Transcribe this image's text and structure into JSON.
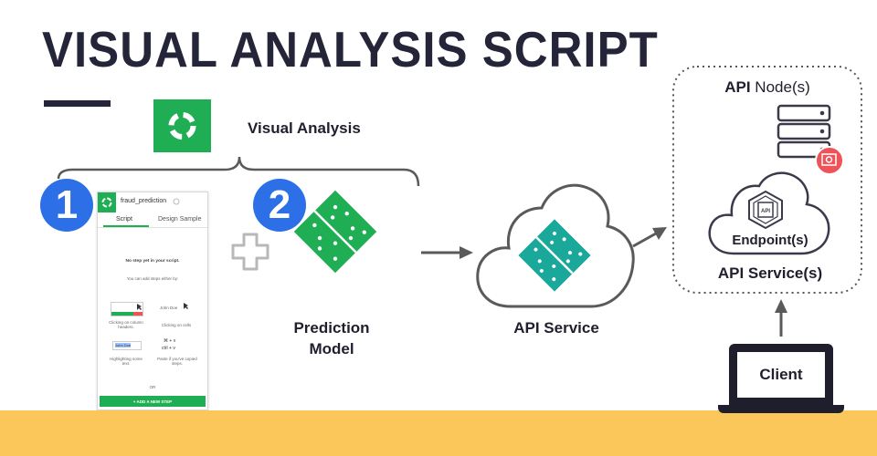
{
  "title": "VISUAL ANALYSIS SCRIPT",
  "visual_analysis_label": "Visual Analysis",
  "steps": {
    "one": "1",
    "two": "2"
  },
  "script_panel": {
    "project_name": "fraud_prediction",
    "tab_script": "Script",
    "tab_design": "Design Sample",
    "empty_title": "No step yet in your script.",
    "empty_hint": "You can add steps either by:",
    "option_clicking_headers": "Clicking on column headers.",
    "option_clicking_cells": "Clicking on cells",
    "cell_sample": "John Doe",
    "option_highlighting": "Highlighting some text.",
    "highlight_sample": "John Doe",
    "option_paste": "Paste if you've copied steps.",
    "shortcut_cmd": "⌘ + v",
    "shortcut_ctrl": "ctrl + v",
    "or_label": "OR",
    "add_step_button": "+ ADD A NEW STEP"
  },
  "prediction_model_label": "Prediction\nModel",
  "api_service_label": "API Service",
  "api_node_label_bold": "API",
  "api_node_label_rest": " Node(s)",
  "endpoint_label": "Endpoint(s)",
  "api_services_label": "API Service(s)",
  "api_icon_text": "API",
  "client_label": "Client",
  "colors": {
    "dataiku_green": "#1fae53",
    "model_teal": "#1aa89a",
    "step_blue": "#2d6fe6",
    "ground_yellow": "#fbc65a",
    "alert_red": "#ee5457",
    "dark": "#25253a"
  }
}
